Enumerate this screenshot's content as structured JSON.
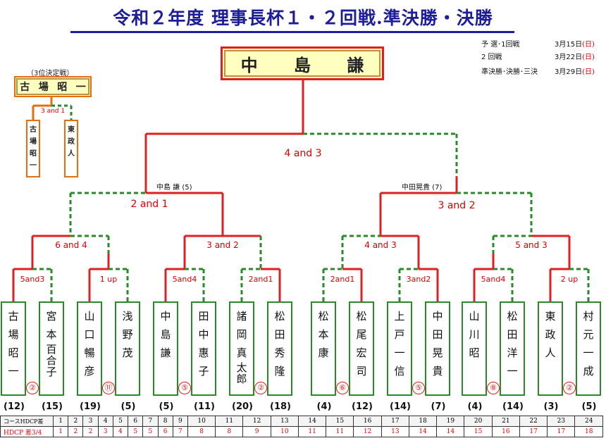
{
  "title": "令和２年度 理事長杯１・２回戦.準決勝・決勝",
  "schedule": [
    {
      "label": "予 選･1回戦",
      "date": "3月15日",
      "day": "(日)"
    },
    {
      "label": "2 回戦",
      "date": "3月22日",
      "day": "(日)"
    },
    {
      "label": "準決勝･決勝･三決",
      "date": "3月29日",
      "day": "(日)"
    }
  ],
  "champion": [
    "中",
    "島",
    "謙"
  ],
  "third_place": {
    "title": "（3位決定戦）",
    "winner": [
      "古",
      "場",
      "昭",
      "一"
    ],
    "score": "3 and 1",
    "left": [
      "古",
      "場",
      "昭",
      "一"
    ],
    "right": [
      "東",
      "",
      "政",
      "人"
    ]
  },
  "final_score": "4 and 3",
  "semis": [
    {
      "name": "中島 謙",
      "seed": "(5)"
    },
    {
      "name": "中田晃貴",
      "seed": "(7)"
    }
  ],
  "qf_scores": [
    "2 and 1",
    "3 and 2"
  ],
  "r2_scores": [
    "6 and 4",
    "3 and 2",
    "4 and 3",
    "5 and 3"
  ],
  "r1_scores": [
    "5and3",
    "1 up",
    "5and4",
    "2and1",
    "2and1",
    "3and2",
    "5and4",
    "2 up"
  ],
  "players": [
    {
      "name": [
        "古",
        "場",
        "昭",
        "一"
      ],
      "hdcp": "(12)",
      "mark": "②"
    },
    {
      "name": [
        "宮",
        "本",
        "百",
        "合",
        "子"
      ],
      "hdcp": "(15)",
      "mark": ""
    },
    {
      "name": [
        "山",
        "口",
        "暢",
        "彦"
      ],
      "hdcp": "(19)",
      "mark": "⑪"
    },
    {
      "name": [
        "浅",
        "野",
        "",
        "茂"
      ],
      "hdcp": "(5)",
      "mark": ""
    },
    {
      "name": [
        "中",
        "島",
        "",
        "謙"
      ],
      "hdcp": "(5)",
      "mark": "⑤"
    },
    {
      "name": [
        "田",
        "中",
        "惠",
        "子"
      ],
      "hdcp": "(11)",
      "mark": ""
    },
    {
      "name": [
        "諸",
        "岡",
        "真",
        "太",
        "郎"
      ],
      "hdcp": "(20)",
      "mark": "②"
    },
    {
      "name": [
        "松",
        "田",
        "秀",
        "隆"
      ],
      "hdcp": "(18)",
      "mark": ""
    },
    {
      "name": [
        "松",
        "本",
        "",
        "康"
      ],
      "hdcp": "(4)",
      "mark": "⑥"
    },
    {
      "name": [
        "松",
        "尾",
        "宏",
        "司"
      ],
      "hdcp": "(12)",
      "mark": ""
    },
    {
      "name": [
        "上",
        "戸",
        "一",
        "信"
      ],
      "hdcp": "(14)",
      "mark": "⑤"
    },
    {
      "name": [
        "中",
        "田",
        "晃",
        "貴"
      ],
      "hdcp": "(7)",
      "mark": ""
    },
    {
      "name": [
        "山",
        "川",
        "",
        "昭"
      ],
      "hdcp": "(4)",
      "mark": "⑧"
    },
    {
      "name": [
        "松",
        "田",
        "洋",
        "一"
      ],
      "hdcp": "(14)",
      "mark": ""
    },
    {
      "name": [
        "東",
        "",
        "政",
        "人"
      ],
      "hdcp": "(3)",
      "mark": "②"
    },
    {
      "name": [
        "村",
        "元",
        "一",
        "成"
      ],
      "hdcp": "(5)",
      "mark": ""
    }
  ],
  "hdcp_table": {
    "row1_label": "コースHDCP差",
    "row1": [
      "1",
      "2",
      "3",
      "4",
      "5",
      "6",
      "7",
      "8",
      "9",
      "10",
      "11",
      "12",
      "13",
      "14",
      "15",
      "16",
      "17",
      "18",
      "19",
      "20",
      "21",
      "22",
      "23",
      "24"
    ],
    "row2_label": "HDCP 差3/4",
    "row2": [
      "1",
      "2",
      "2",
      "3",
      "4",
      "5",
      "5",
      "6",
      "7",
      "8",
      "8",
      "9",
      "10",
      "11",
      "11",
      "12",
      "13",
      "14",
      "14",
      "15",
      "16",
      "17",
      "17",
      "18"
    ]
  },
  "colors": {
    "win": "#e02020",
    "lose": "#2a8a2a",
    "title": "#1d1d9a"
  }
}
